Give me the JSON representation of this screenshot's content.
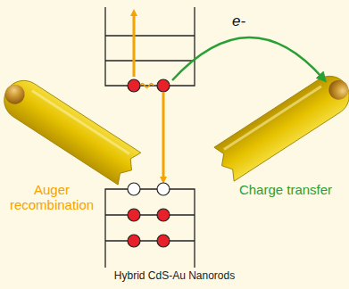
{
  "diagram": {
    "caption": "Hybrid CdS-Au Nanorods",
    "labels": [
      "e-",
      "Auger recombination",
      "Charge transfer"
    ]
  }
}
